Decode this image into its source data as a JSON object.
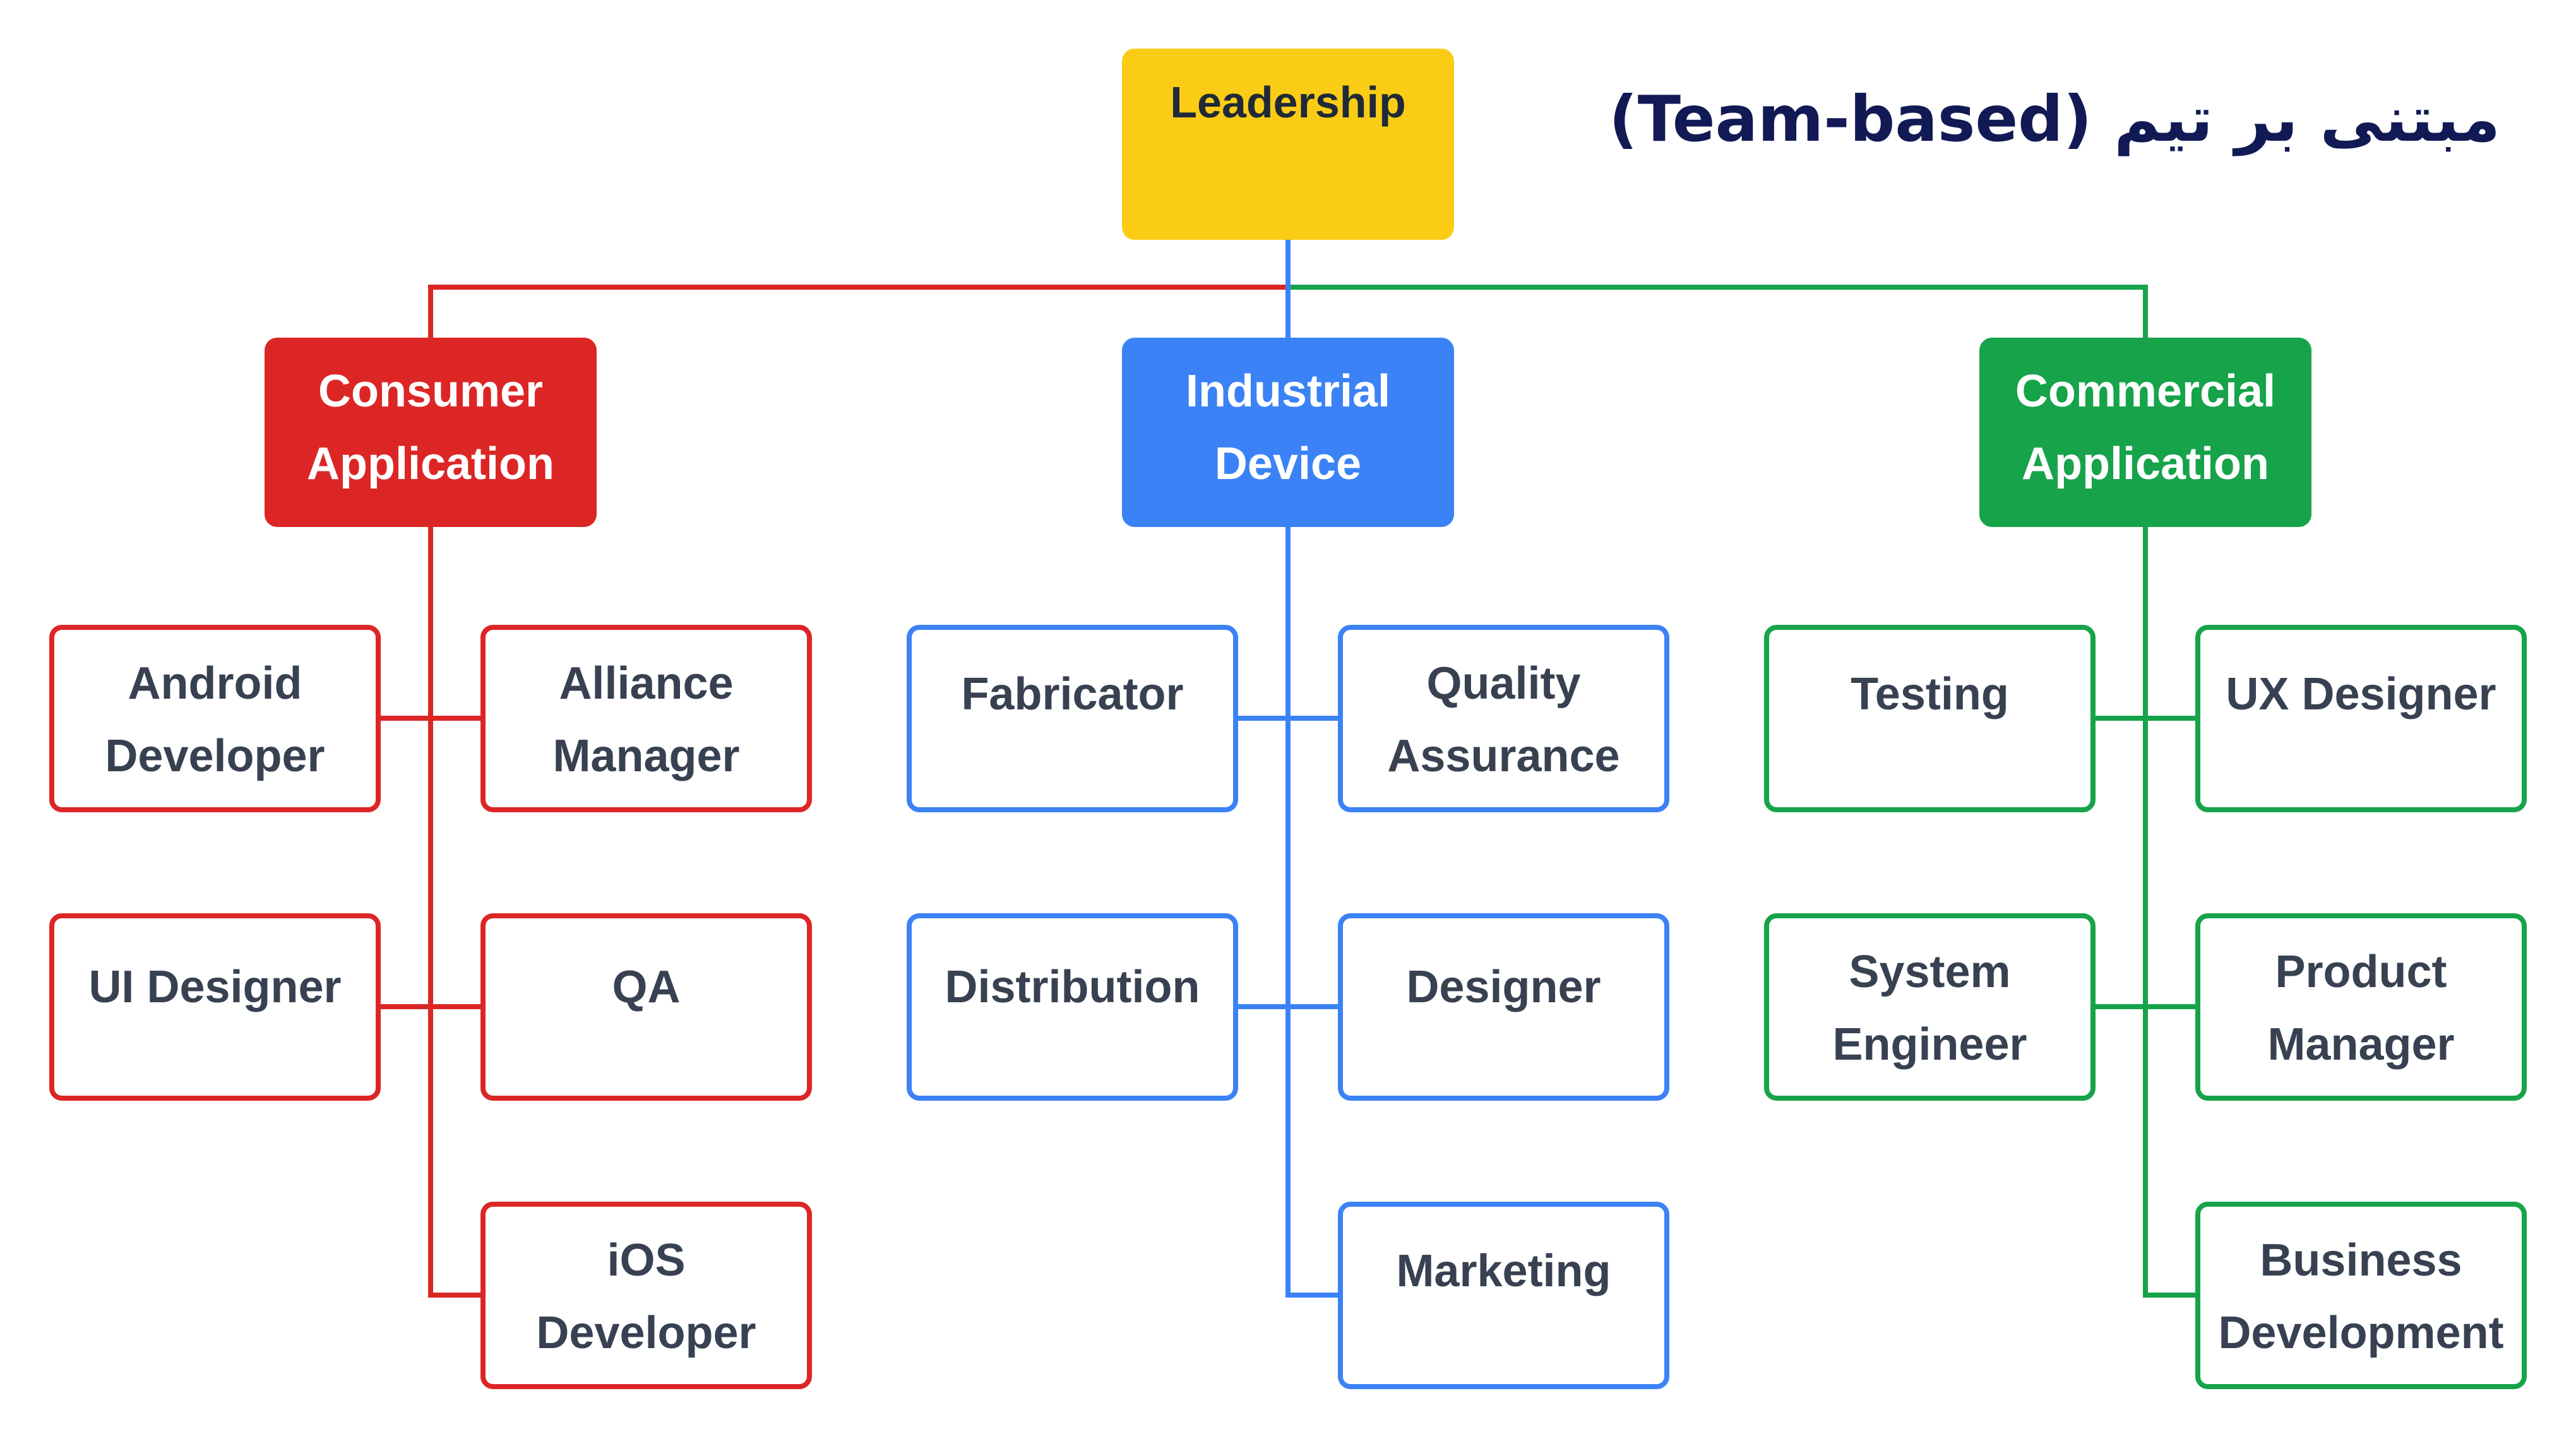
{
  "title": "مبتنی بر تیم (Team-based)",
  "colors": {
    "leader": "#FACC15",
    "consumer": "#DC2626",
    "industrial": "#3B82F6",
    "commercial": "#16A34A",
    "text": "#374151"
  },
  "leader": {
    "label": "Leadership"
  },
  "teams": [
    {
      "label": "Consumer\nApplication",
      "members": [
        "Android\nDeveloper",
        "Alliance\nManager",
        "UI Designer",
        "QA",
        "iOS\nDeveloper"
      ]
    },
    {
      "label": "Industrial\nDevice",
      "members": [
        "Fabricator",
        "Quality\nAssurance",
        "Distribution",
        "Designer",
        "Marketing"
      ]
    },
    {
      "label": "Commercial\nApplication",
      "members": [
        "Testing",
        "UX Designer",
        "System\nEngineer",
        "Product\nManager",
        "Business\nDevelopment"
      ]
    }
  ]
}
